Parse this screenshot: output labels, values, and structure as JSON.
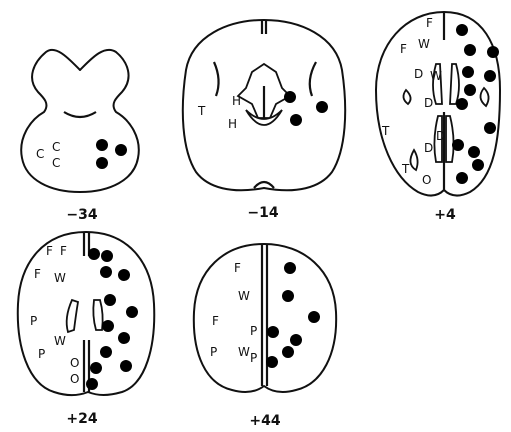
{
  "slices": [
    {
      "caption": "−34",
      "labels": [
        {
          "text": "C"
        },
        {
          "text": "C"
        },
        {
          "text": "C"
        }
      ]
    },
    {
      "caption": "−14",
      "labels": [
        {
          "text": "T"
        },
        {
          "text": "H"
        },
        {
          "text": "H"
        }
      ]
    },
    {
      "caption": "+4",
      "labels": [
        {
          "text": "F"
        },
        {
          "text": "F"
        },
        {
          "text": "W"
        },
        {
          "text": "D"
        },
        {
          "text": "W"
        },
        {
          "text": "D"
        },
        {
          "text": "D"
        },
        {
          "text": "T"
        },
        {
          "text": "D"
        },
        {
          "text": "T"
        },
        {
          "text": "O"
        }
      ]
    },
    {
      "caption": "+24",
      "labels": [
        {
          "text": "F"
        },
        {
          "text": "F"
        },
        {
          "text": "F"
        },
        {
          "text": "W"
        },
        {
          "text": "P"
        },
        {
          "text": "W"
        },
        {
          "text": "P"
        },
        {
          "text": "O"
        },
        {
          "text": "O"
        }
      ]
    },
    {
      "caption": "+44",
      "labels": [
        {
          "text": "F"
        },
        {
          "text": "W"
        },
        {
          "text": "F"
        },
        {
          "text": "P"
        },
        {
          "text": "P"
        },
        {
          "text": "W"
        },
        {
          "text": "P"
        }
      ]
    }
  ]
}
